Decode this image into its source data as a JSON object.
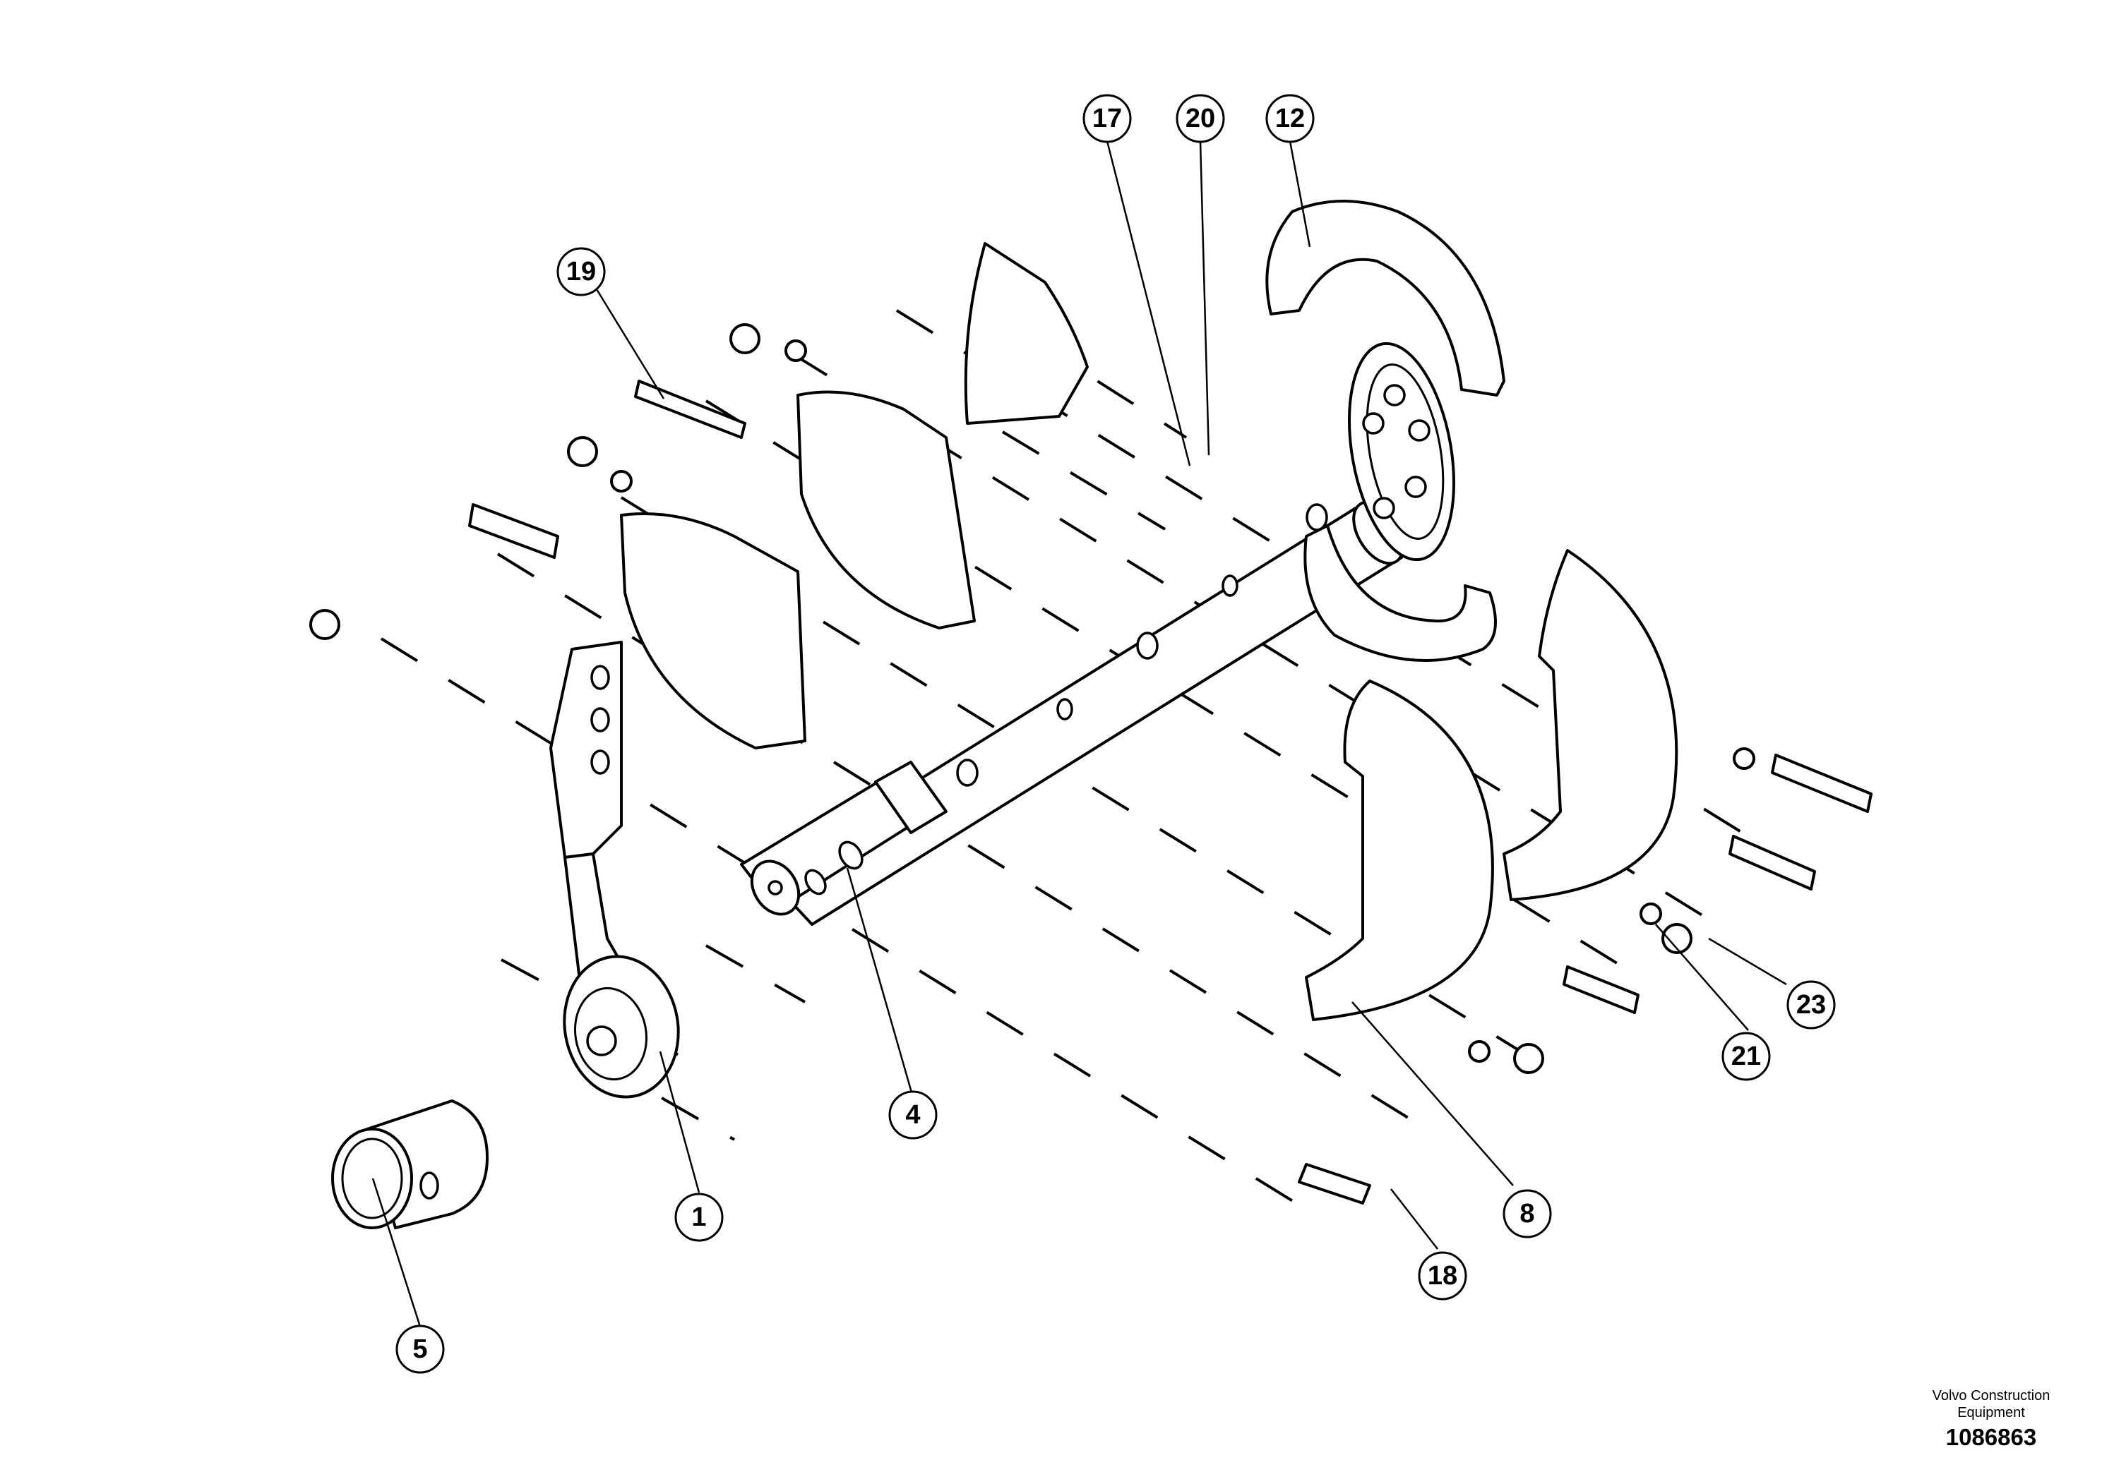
{
  "callouts": [
    {
      "label": "17"
    },
    {
      "label": "20"
    },
    {
      "label": "12"
    },
    {
      "label": "19"
    },
    {
      "label": "4"
    },
    {
      "label": "1"
    },
    {
      "label": "5"
    },
    {
      "label": "8"
    },
    {
      "label": "18"
    },
    {
      "label": "21"
    },
    {
      "label": "23"
    }
  ],
  "footer": {
    "company": "Volvo Construction Equipment",
    "drawing_number": "1086863"
  }
}
